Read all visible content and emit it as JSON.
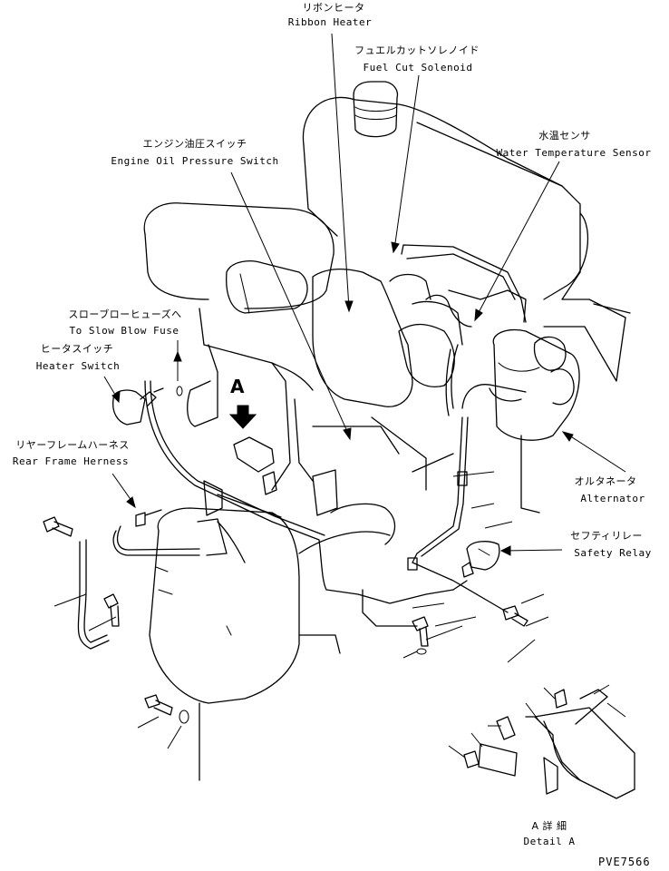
{
  "labels": {
    "ribbon_heater": {
      "jp": "リボンヒータ",
      "en": "Ribbon Heater"
    },
    "fuel_cut_solenoid": {
      "jp": "フュエルカットソレノイド",
      "en": "Fuel Cut Solenoid"
    },
    "water_temperature_sensor": {
      "jp": "水温センサ",
      "en": "Water Temperature Sensor"
    },
    "engine_oil_pressure_switch": {
      "jp": "エンジン油圧スイッチ",
      "en": "Engine Oil Pressure Switch"
    },
    "to_slow_blow_fuse": {
      "jp": "スローブローヒューズへ",
      "en": "To Slow Blow Fuse"
    },
    "heater_switch": {
      "jp": "ヒータスイッチ",
      "en": "Heater Switch"
    },
    "rear_frame_herness": {
      "jp": "リヤーフレームハーネス",
      "en": "Rear Frame Herness"
    },
    "alternator": {
      "jp": "オルタネータ",
      "en": "Alternator"
    },
    "safety_relay": {
      "jp": "セフティリレー",
      "en": "Safety Relay"
    },
    "detail_a": {
      "jp": "A 詳 細",
      "en": "Detail A"
    }
  },
  "view_marker": "A",
  "drawing_code": "PVE7566"
}
